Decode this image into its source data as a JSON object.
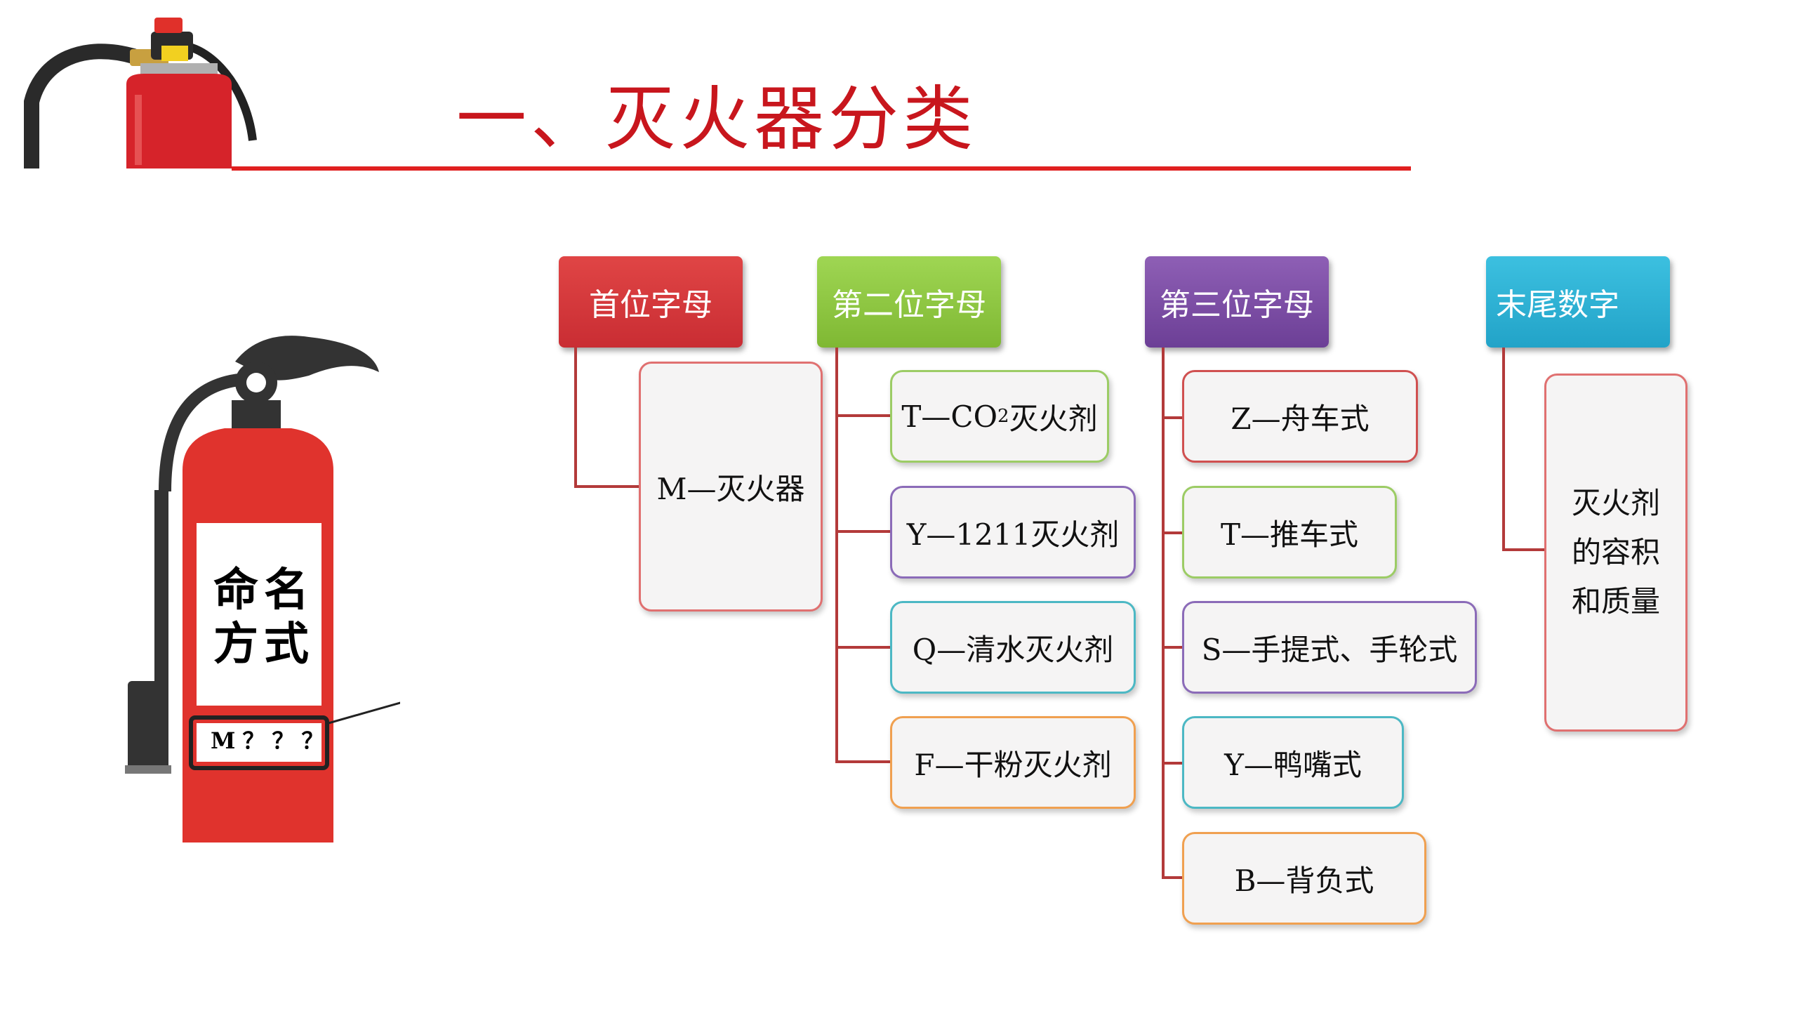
{
  "title": "一、灭火器分类",
  "extinguisher": {
    "label_line1": "命名",
    "label_line2": "方式",
    "code": "M？？？"
  },
  "columns": [
    {
      "header": "首位字母",
      "color": "#d9353a",
      "items": [
        "M—灭火器"
      ]
    },
    {
      "header": "第二位字母",
      "color": "#8cc63f",
      "items": [
        {
          "prefix": "T—CO",
          "sub": "2",
          "suffix": "灭火剂",
          "border": "#9ccc65"
        },
        {
          "text": "Y—1211灭火剂",
          "border": "#8b6bb8"
        },
        {
          "text": "Q—清水灭火剂",
          "border": "#4cb8c4"
        },
        {
          "text": "F—干粉灭火剂",
          "border": "#f0a050"
        }
      ]
    },
    {
      "header": "第三位字母",
      "color": "#7b4fa3",
      "items": [
        {
          "text": "Z—舟车式",
          "border": "#d05050"
        },
        {
          "text": "T—推车式",
          "border": "#9ccc65"
        },
        {
          "text": "S—手提式、手轮式",
          "border": "#8b6bb8"
        },
        {
          "text": "Y—鸭嘴式",
          "border": "#4cb8c4"
        },
        {
          "text": "B—背负式",
          "border": "#f0a050"
        }
      ]
    },
    {
      "header": "末尾数字",
      "color": "#2bb0d3",
      "items": [
        "灭火剂",
        "的容积",
        "和质量"
      ]
    }
  ],
  "colors": {
    "title": "#c8161d",
    "rule": "#e02020",
    "connector": "#b33a3a"
  }
}
